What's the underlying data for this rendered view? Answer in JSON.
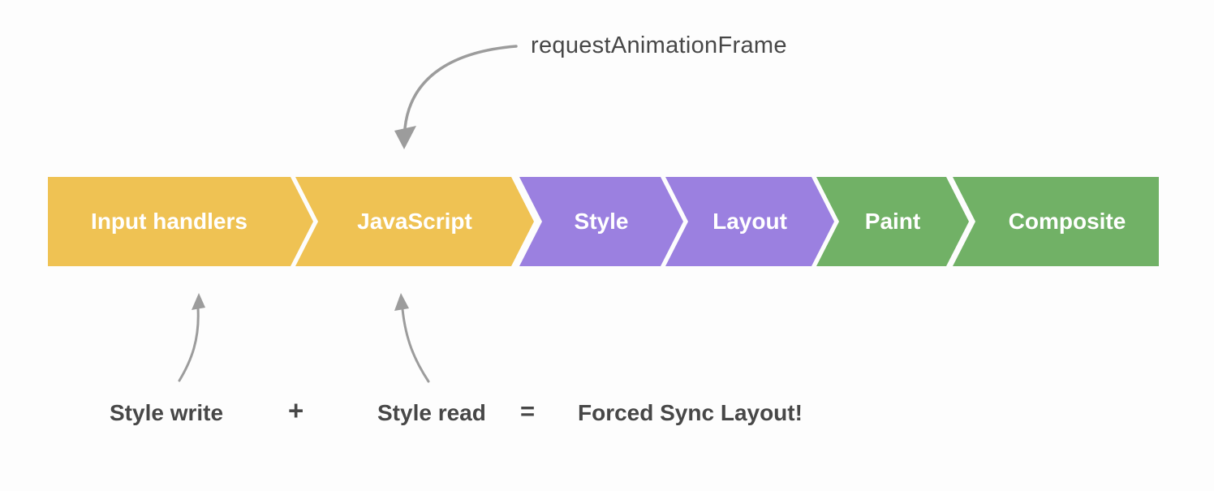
{
  "annotations": {
    "raf_label": "requestAnimationFrame",
    "style_write_label": "Style write",
    "plus_sign": "+",
    "style_read_label": "Style read",
    "equals_sign": "=",
    "forced_sync_label": "Forced Sync Layout!"
  },
  "pipeline": {
    "segments": [
      {
        "label": "Input handlers",
        "color": "#EFC253"
      },
      {
        "label": "JavaScript",
        "color": "#EFC253"
      },
      {
        "label": "Style",
        "color": "#9B80E0"
      },
      {
        "label": "Layout",
        "color": "#9B80E0"
      },
      {
        "label": "Paint",
        "color": "#71B166"
      },
      {
        "label": "Composite",
        "color": "#71B166"
      }
    ]
  },
  "colors": {
    "yellow": "#EFC253",
    "purple": "#9B80E0",
    "green": "#71B166",
    "segment_label": "#FFFFFF",
    "ink": "#474747",
    "arrow": "#9C9C9C",
    "background": "#FDFDFD"
  }
}
